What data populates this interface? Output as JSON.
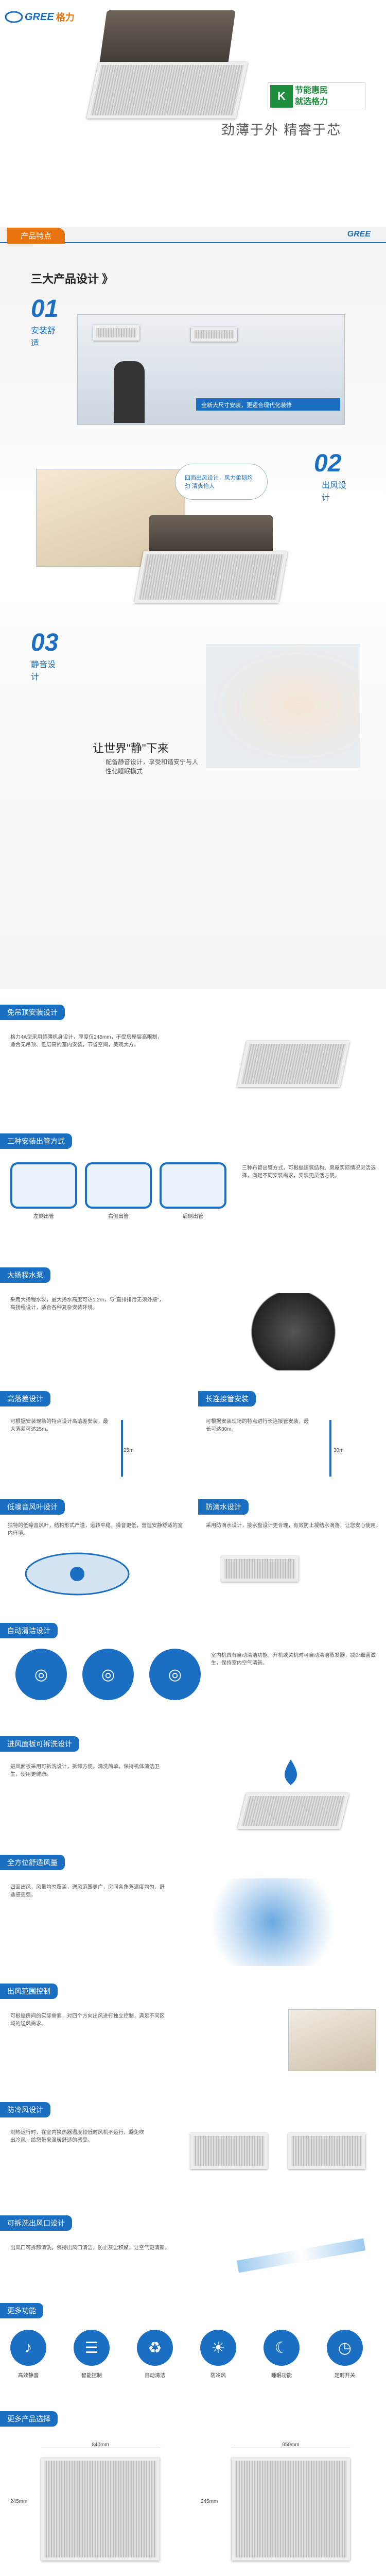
{
  "header": {
    "brand": "GREE",
    "brand_cn": "格力",
    "slogan": "劲薄于外  精睿于芯",
    "badge_line1": "节能惠民",
    "badge_line2": "就选格力"
  },
  "features": {
    "tab": "产品特点",
    "heading": "三大产品设计 》",
    "d1_num": "01",
    "d1_title": "安装舒适",
    "d1_banner": "全新大尺寸安装，更适合现代化装修",
    "d2_num": "02",
    "d2_title": "出风设计",
    "d2_bubble": "四面出风设计，风力柔韧均匀  清爽怡人",
    "d3_num": "03",
    "d3_title": "静音设计",
    "d3_quote": "让世界\"静\"下来",
    "d3_text": "配备静音设计，享受和谐安宁与人性化睡眠模式"
  },
  "s1": {
    "title": "免吊顶安装设计",
    "text": "格力4A型采用超薄机身设计，厚度仅245mm，不受房屋层高限制，适合无吊顶、低层高的室内安装，节省空间，美观大方。"
  },
  "s2": {
    "title": "三种安装出管方式",
    "labels": [
      "左侧出管",
      "右侧出管",
      "后侧出管"
    ],
    "text": "三种布管出管方式，可根据建筑结构、房屋实际情况灵活选择，满足不同安装需求，安装更灵活方便。"
  },
  "s3": {
    "title": "大扬程水泵",
    "text": "采用大扬程水泵，最大扬水高度可达1.2m，与\"直排排污无须外接\"，高扬程设计，适合各种复杂安装环境。"
  },
  "s4": {
    "title": "高落差设计",
    "text": "可根据安装现场的特点设计高落差安装，最大落差可达25m。",
    "dim": "25m"
  },
  "s5": {
    "title": "长连接管安装",
    "text": "可根据安装现场的特点进行长连接管安装，最长可达30m。",
    "dim": "30m"
  },
  "s6": {
    "title": "低噪音风叶设计",
    "text": "独特的低噪音风叶，结构形式严谨，运转平稳，噪音更低，营造安静舒适的室内环境。"
  },
  "s7": {
    "title": "防滴水设计",
    "text": "采用防滴水设计，接水盘设计更合理，有效防止凝结水滴落，让您安心使用。"
  },
  "s8": {
    "title": "自动清洁设计",
    "text": "室内机具有自动清洁功能，开机或关机时可自动清洁蒸发器，减少细菌滋生，保持室内空气清新。"
  },
  "s9": {
    "title": "进风面板可拆洗设计",
    "text": "进风面板采用可拆洗设计，拆卸方便，清洗简单，保持机体清洁卫生，使用更健康。"
  },
  "s10": {
    "title": "全方位舒适风量",
    "text": "四面出风，风量均匀覆盖，送风范围更广，房间各角落温度均匀，舒适感更强。"
  },
  "s11": {
    "title": "出风范围控制",
    "text": "可根据房间的实际需要，对四个方向出风进行独立控制，满足不同区域的送风需求。"
  },
  "s12": {
    "title": "防冷风设计",
    "text": "制热运行时，在室内换热器温度较低时风机不运行，避免吹出冷风，给您带来温暖舒适的感受。"
  },
  "s13": {
    "title": "可拆洗出风口设计",
    "text": "出风口可拆卸清洗，保持出风口清洁，防止灰尘积聚，让空气更清新。"
  },
  "s14": {
    "title": "更多功能",
    "items": [
      "高效静音",
      "智能控制",
      "自动清洁",
      "防冷风",
      "睡眠功能",
      "定时开关"
    ]
  },
  "s15": {
    "title": "更多产品选择",
    "dims": [
      "840mm",
      "950mm"
    ],
    "heights": [
      "245mm",
      "245mm"
    ]
  },
  "colors": {
    "brand_blue": "#1a6fc2",
    "accent_orange": "#e8720c",
    "badge_green": "#1e8e3e"
  },
  "icons": [
    "gree-logo-icon",
    "ceiling-unit-icon",
    "fan-icon",
    "water-drop-icon",
    "clock-icon"
  ]
}
